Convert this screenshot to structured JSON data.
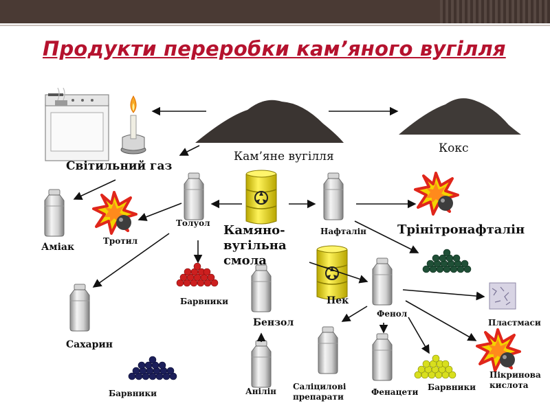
{
  "title": "Продукти переробки кам’яного вугілля",
  "labels": {
    "coal": "Кам’яне вугілля",
    "coke": "Кокс",
    "lighting_gas": "Світильний газ",
    "ammonia": "Аміак",
    "tnt": "Тротил",
    "toluene": "Толуол",
    "tar": "Камяно-\nвугільна\nсмола",
    "naphthalene": "Нафталін",
    "trinitronaphthalene": "Трінітронафталін",
    "saccharin": "Сахарин",
    "dyes_toluene": "Барвники",
    "benzene": "Бензол",
    "pitch": "Пек",
    "phenol": "Фенол",
    "plastics": "Пластмаси",
    "dyes_aniline": "Барвники",
    "aniline": "Анілін",
    "salicylic": "Саліцилові\nпрепарати",
    "phenacetin": "Фенацети",
    "dyes_phenol": "Барвники",
    "picric_acid": "Пікринова\nкислота"
  },
  "colors": {
    "title": "#b5122e",
    "header_bar": "#4a3a34",
    "pile": "#3a3431",
    "barrel": "#f2e20a",
    "dyes_red": "#cc1f1f",
    "dyes_navy": "#1c1f5a",
    "dyes_yellow": "#d8df1e",
    "dyes_green": "#1f4f36"
  }
}
